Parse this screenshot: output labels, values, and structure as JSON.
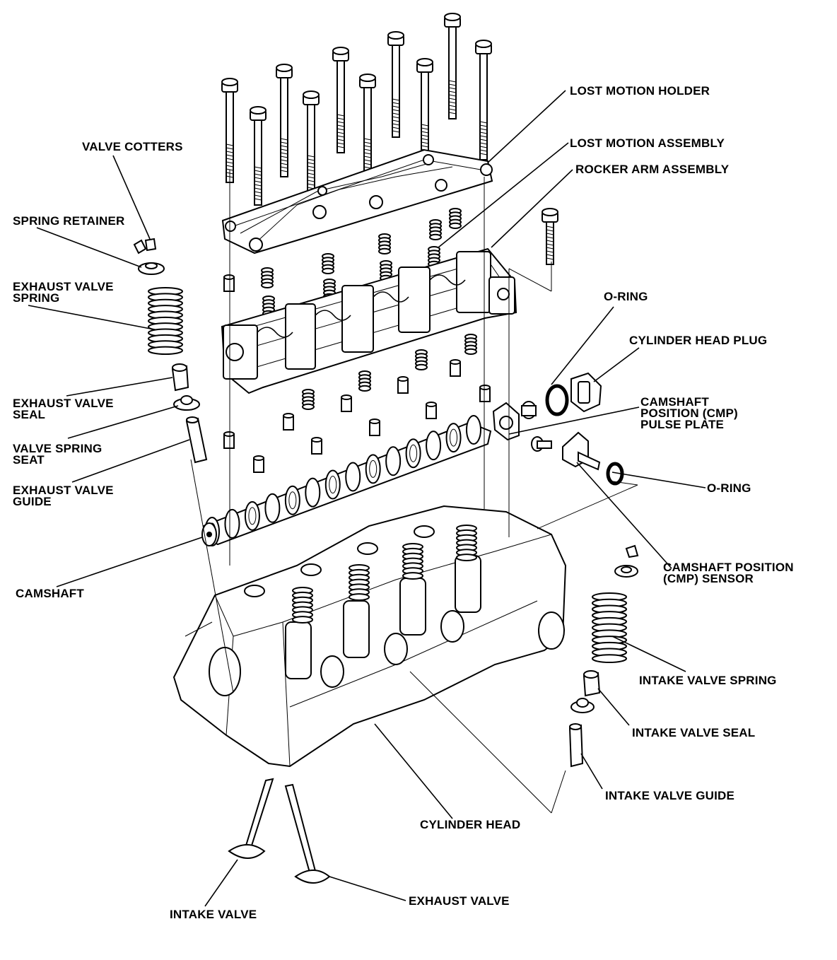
{
  "labels": {
    "lost_motion_holder": "LOST MOTION HOLDER",
    "lost_motion_assembly": "LOST MOTION ASSEMBLY",
    "rocker_arm_assembly": "ROCKER ARM ASSEMBLY",
    "valve_cotters": "VALVE COTTERS",
    "spring_retainer": "SPRING RETAINER",
    "exhaust_valve_spring": [
      "EXHAUST VALVE",
      "SPRING"
    ],
    "exhaust_valve_seal": [
      "EXHAUST VALVE",
      "SEAL"
    ],
    "valve_spring_seat": [
      "VALVE SPRING",
      "SEAT"
    ],
    "exhaust_valve_guide": [
      "EXHAUST VALVE",
      "GUIDE"
    ],
    "camshaft": "CAMSHAFT",
    "o_ring_top": "O-RING",
    "cylinder_head_plug": "CYLINDER HEAD PLUG",
    "cmp_pulse_plate": [
      "CAMSHAFT",
      "POSITION (CMP)",
      "PULSE PLATE"
    ],
    "o_ring_bottom": "O-RING",
    "cmp_sensor": [
      "CAMSHAFT POSITION",
      "(CMP) SENSOR"
    ],
    "intake_valve_spring": "INTAKE VALVE SPRING",
    "intake_valve_seal": "INTAKE VALVE SEAL",
    "intake_valve_guide": "INTAKE VALVE GUIDE",
    "cylinder_head": "CYLINDER HEAD",
    "exhaust_valve": "EXHAUST VALVE",
    "intake_valve": "INTAKE VALVE"
  },
  "colors": {
    "ink": "#000000",
    "paper": "#ffffff"
  },
  "icons": [
    "bolt-icon",
    "spring-icon",
    "camshaft-icon",
    "valve-icon",
    "cylinder-head-icon"
  ]
}
